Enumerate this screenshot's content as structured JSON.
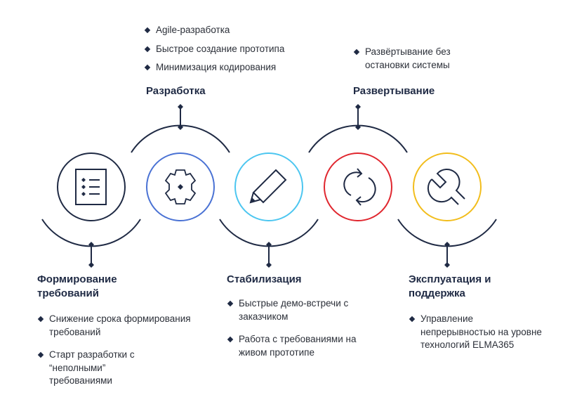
{
  "colors": {
    "line": "#1f2a44",
    "stage1": "#1f2a44",
    "stage2": "#4a72d4",
    "stage3": "#4cc6f0",
    "stage4": "#e0262e",
    "stage5": "#f2bd1c"
  },
  "stages": [
    {
      "title": "Формирование требований",
      "icon": "checklist-icon",
      "items": [
        "Снижение срока формирования требований",
        "Старт разработки с “неполными” требованиями"
      ]
    },
    {
      "title": "Разработка",
      "icon": "gear-icon",
      "items": [
        "Agile-разработка",
        "Быстрое создание прототипа",
        "Минимизация кодирования"
      ]
    },
    {
      "title": "Стабилизация",
      "icon": "pencil-icon",
      "items": [
        "Быстрые демо-встречи с заказчиком",
        "Работа с требованиями на живом прототипе"
      ]
    },
    {
      "title": "Развертывание",
      "icon": "refresh-icon",
      "items": [
        "Развёртывание без остановки системы"
      ]
    },
    {
      "title": "Эксплуатация и поддержка",
      "icon": "wrench-icon",
      "items": [
        "Управление непрерывностью на уровне технологий ELMA365"
      ]
    }
  ]
}
